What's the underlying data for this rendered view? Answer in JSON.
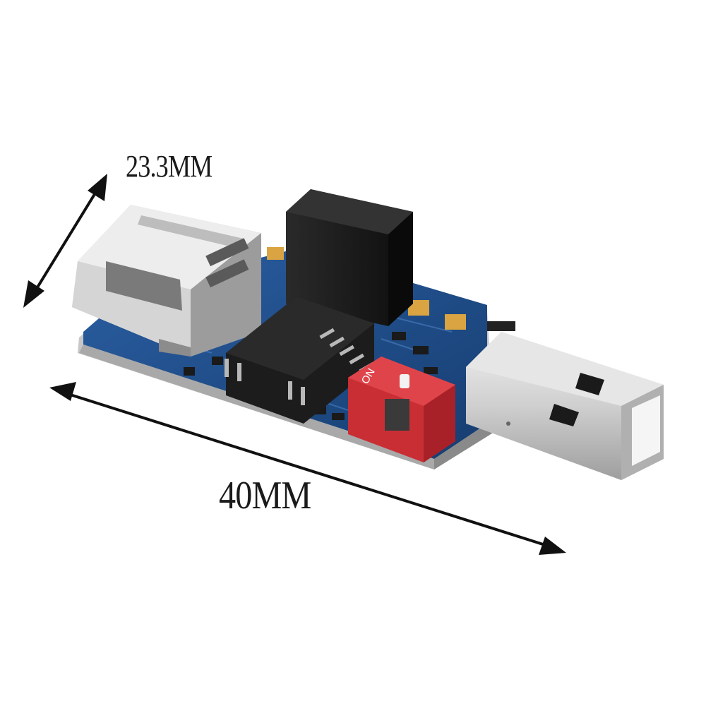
{
  "dimensions": {
    "width_label": "23.3MM",
    "length_label": "40MM"
  },
  "switch": {
    "label": "ON"
  },
  "colors": {
    "pcb": "#1f4e8c",
    "chip": "#1c1c1c",
    "switch": "#d8343b",
    "metal": "#c9c9c9",
    "background": "#ffffff"
  }
}
